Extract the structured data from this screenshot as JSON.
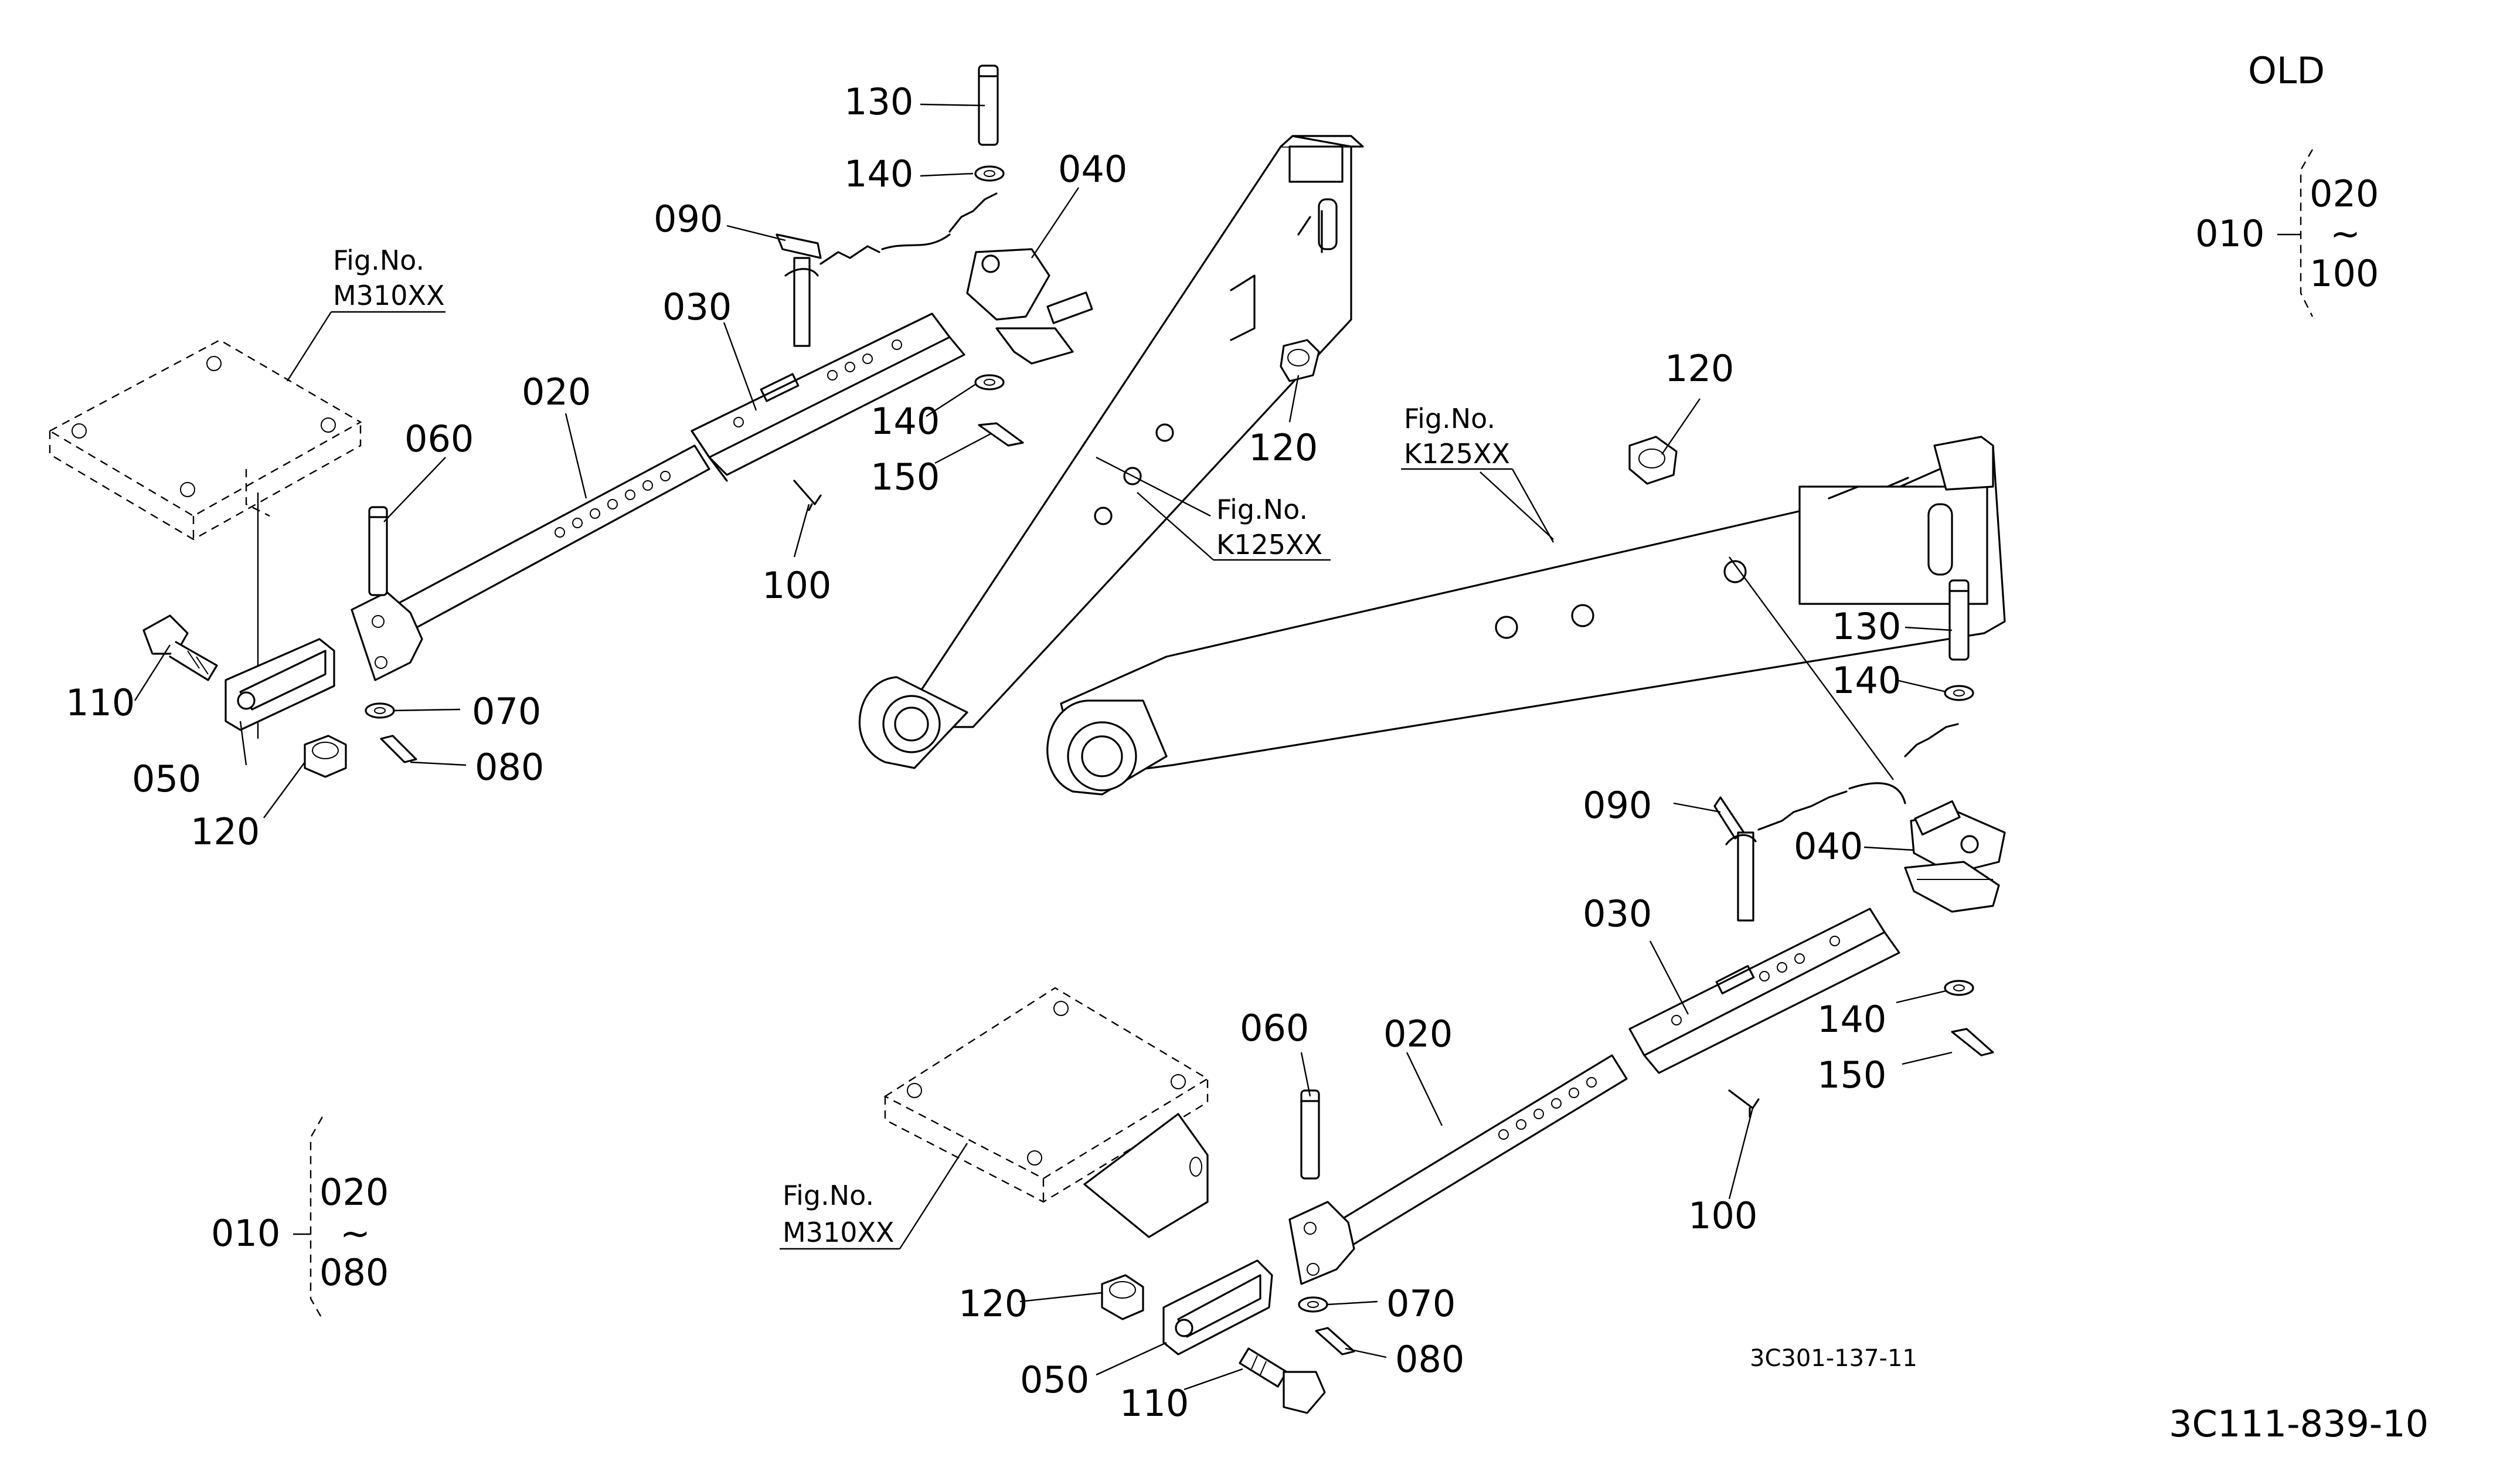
{
  "diagram": {
    "old_label": "OLD",
    "parts": {
      "p010": "010",
      "p020": "020",
      "p030": "030",
      "p040": "040",
      "p050": "050",
      "p060": "060",
      "p070": "070",
      "p080": "080",
      "p090": "090",
      "p100": "100",
      "p110": "110",
      "p120": "120",
      "p130": "130",
      "p140": "140",
      "p150": "150"
    },
    "fig_label": "Fig.No.",
    "fig_m310": "M310XX",
    "fig_k125": "K125XX",
    "range_tilde": "~",
    "code_small": "3C301-137-11",
    "code_main": "3C111-839-10"
  }
}
